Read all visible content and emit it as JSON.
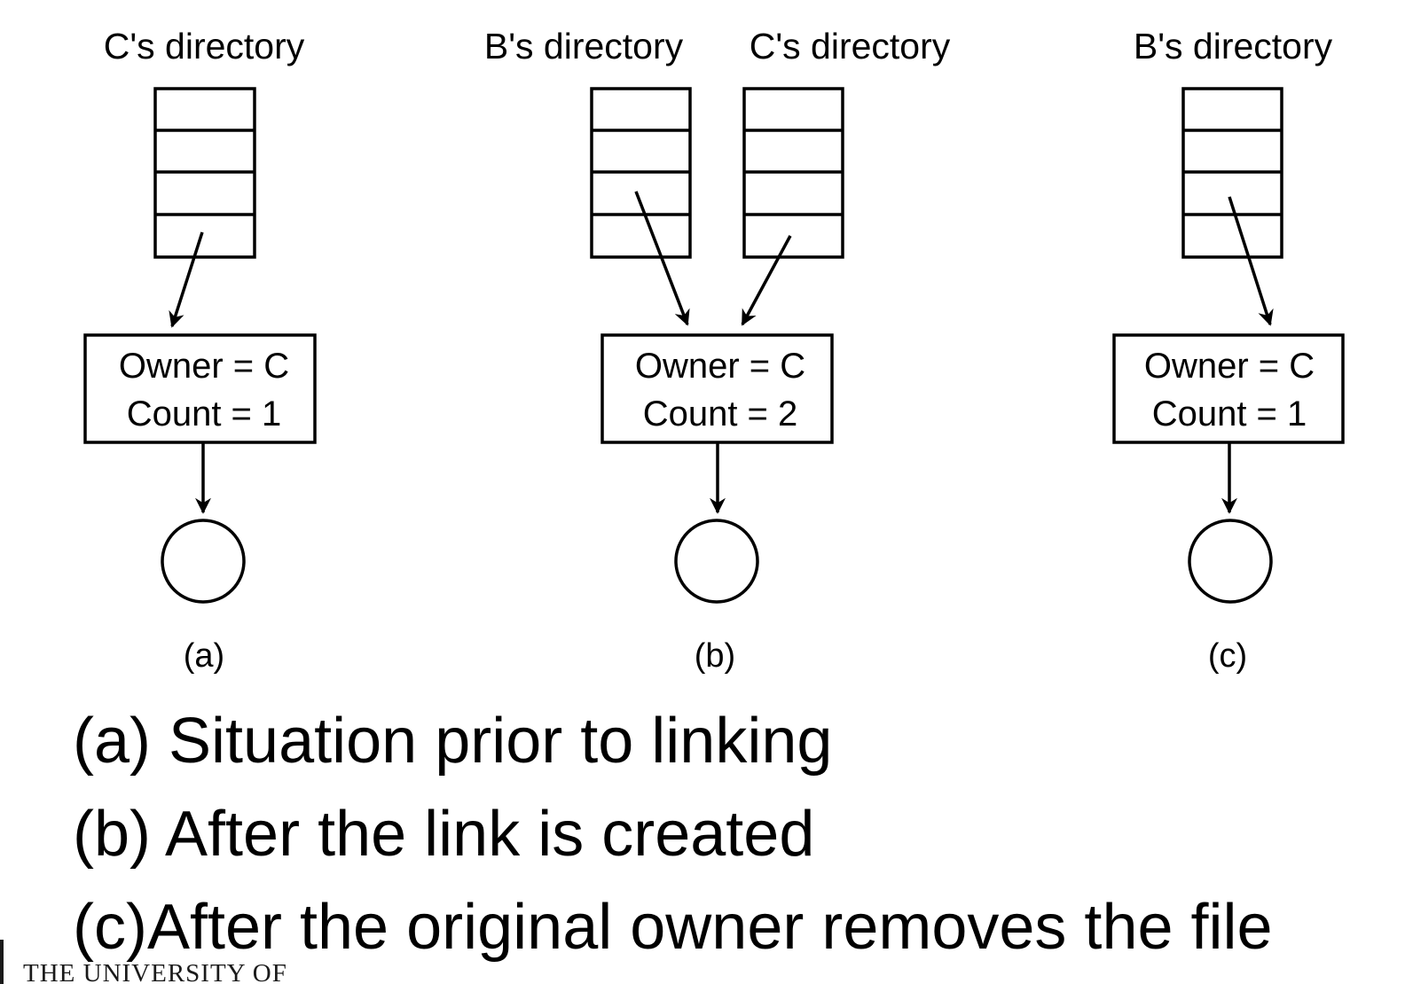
{
  "panels": [
    {
      "id": "a",
      "directories": [
        "C's directory"
      ],
      "owner_line": "Owner = C",
      "count_line": "Count = 1",
      "label": "(a)"
    },
    {
      "id": "b",
      "directories": [
        "B's directory",
        "C's directory"
      ],
      "owner_line": "Owner = C",
      "count_line": "Count = 2",
      "label": "(b)"
    },
    {
      "id": "c",
      "directories": [
        "B's directory"
      ],
      "owner_line": "Owner = C",
      "count_line": "Count = 1",
      "label": "(c)"
    }
  ],
  "captions": [
    "(a) Situation prior to linking",
    "(b) After the link is created",
    "(c)After the original owner removes the file"
  ],
  "footer": {
    "logo_text": "THE UNIVERSITY OF"
  }
}
